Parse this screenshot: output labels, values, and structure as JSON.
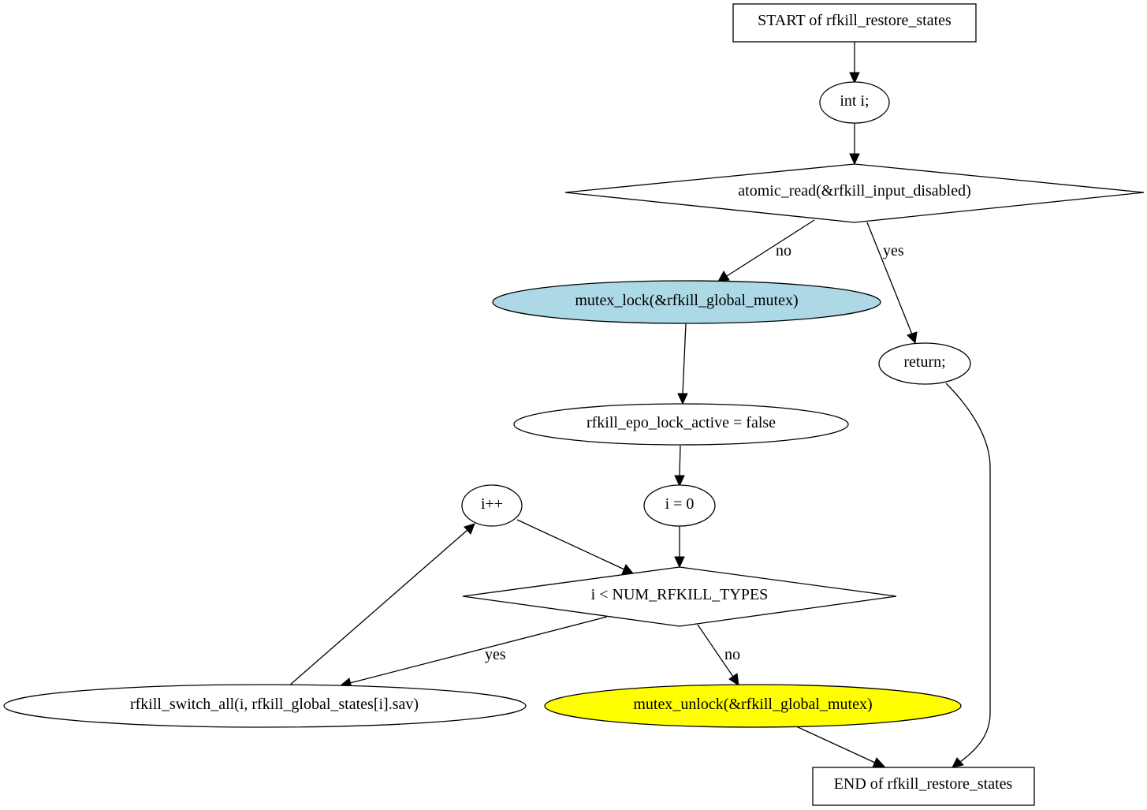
{
  "nodes": {
    "start": "START of rfkill_restore_states",
    "decl": "int i;",
    "cond_disabled": "atomic_read(&rfkill_input_disabled)",
    "lock": "mutex_lock(&rfkill_global_mutex)",
    "ret": "return;",
    "epo": "rfkill_epo_lock_active = false",
    "init": "i = 0",
    "incr": "i++",
    "cond_loop": "i < NUM_RFKILL_TYPES",
    "switch_all": "rfkill_switch_all(i, rfkill_global_states[i].sav)",
    "unlock": "mutex_unlock(&rfkill_global_mutex)",
    "end": "END of rfkill_restore_states"
  },
  "edges": {
    "disabled_no": "no",
    "disabled_yes": "yes",
    "loop_yes": "yes",
    "loop_no": "no"
  },
  "colors": {
    "lock_fill": "#add8e6",
    "unlock_fill": "#ffff00",
    "default_fill": "#ffffff",
    "stroke": "#000000"
  }
}
